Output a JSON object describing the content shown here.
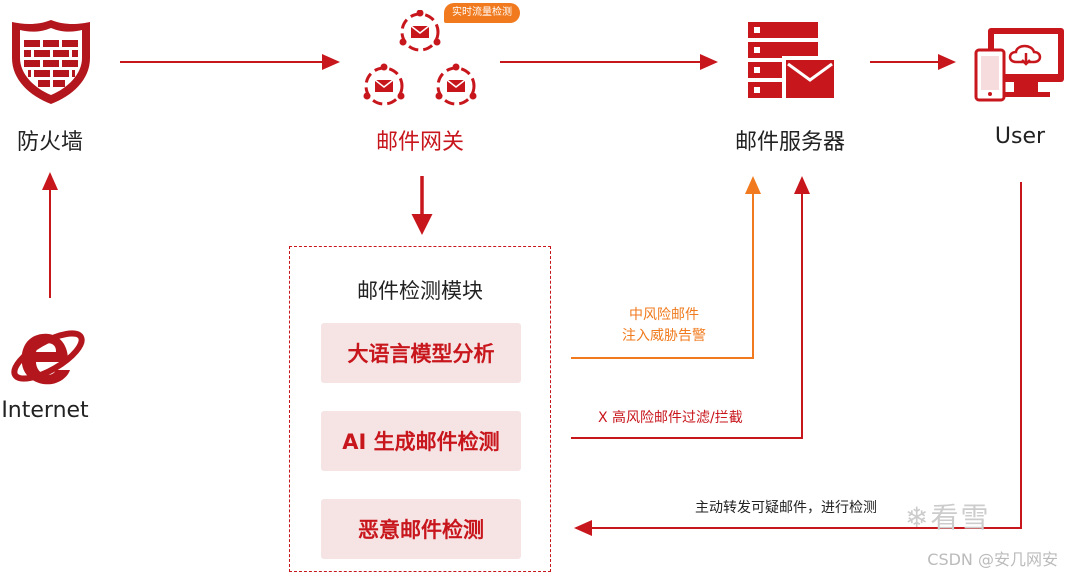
{
  "nodes": {
    "firewall": "防火墙",
    "mail_gateway": "邮件网关",
    "mail_server": "邮件服务器",
    "user": "User",
    "internet": "Internet"
  },
  "badge": "实时流量检测",
  "module": {
    "title": "邮件检测模块",
    "items": [
      "大语言模型分析",
      "AI 生成邮件检测",
      "恶意邮件检测"
    ]
  },
  "flows": {
    "medium_risk_line1": "中风险邮件",
    "medium_risk_line2": "注入威胁告警",
    "high_risk": "X 高风险邮件过滤/拦截",
    "forward": "主动转发可疑邮件，进行检测"
  },
  "watermark": {
    "brand": "看雪",
    "credit": "CSDN @安几网安"
  },
  "colors": {
    "primary_red": "#c8161d",
    "warning_orange": "#f07a1d"
  }
}
